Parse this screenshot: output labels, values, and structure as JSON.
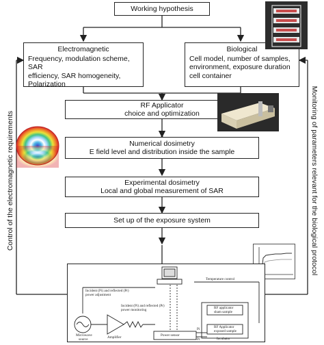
{
  "diagram": {
    "hypothesis": "Working hypothesis",
    "electromagnetic": {
      "title": "Electromagnetic",
      "lines": [
        "Frequency, modulation scheme, SAR",
        "efficiency, SAR homogeneity,",
        "Polarization"
      ]
    },
    "biological": {
      "title": "Biological",
      "lines": [
        "Cell model, number of samples,",
        "environment, exposure duration",
        "cell container"
      ]
    },
    "rf_applicator": [
      "RF Applicator",
      "choice and optimization"
    ],
    "numerical_dosimetry": [
      "Numerical dosimetry",
      "E field level and distribution inside the sample"
    ],
    "experimental_dosimetry": [
      "Experimental dosimetry",
      "Local and global measurement of SAR"
    ],
    "setup": "Set up of the exposure system",
    "left_label": "Control of the electromagnetic  requirements",
    "right_label": "Monitoring of parameters relevant for the biological protocol"
  },
  "schematic": {
    "temperature_control": "Temperature control",
    "incident_reflected_adjust": [
      "Incident (Pi) and reflected (Pr)",
      "power adjustment"
    ],
    "incident_reflected_monitor": [
      "Incident (Pi) and reflected (Pr)",
      "power monitoring"
    ],
    "rf_sham": [
      "RF applicator",
      "sham sample"
    ],
    "rf_exposed": [
      "RF Applicator",
      "exposed sample"
    ],
    "microwave_source": [
      "Microwave",
      "source"
    ],
    "amplifier": "Amplifier",
    "power_sensor": "Power sensor",
    "incubator": "Incubator",
    "pi": "Pi",
    "pr": "Pr"
  },
  "colors": {
    "line": "#222222",
    "box_fill": "#ffffff"
  }
}
